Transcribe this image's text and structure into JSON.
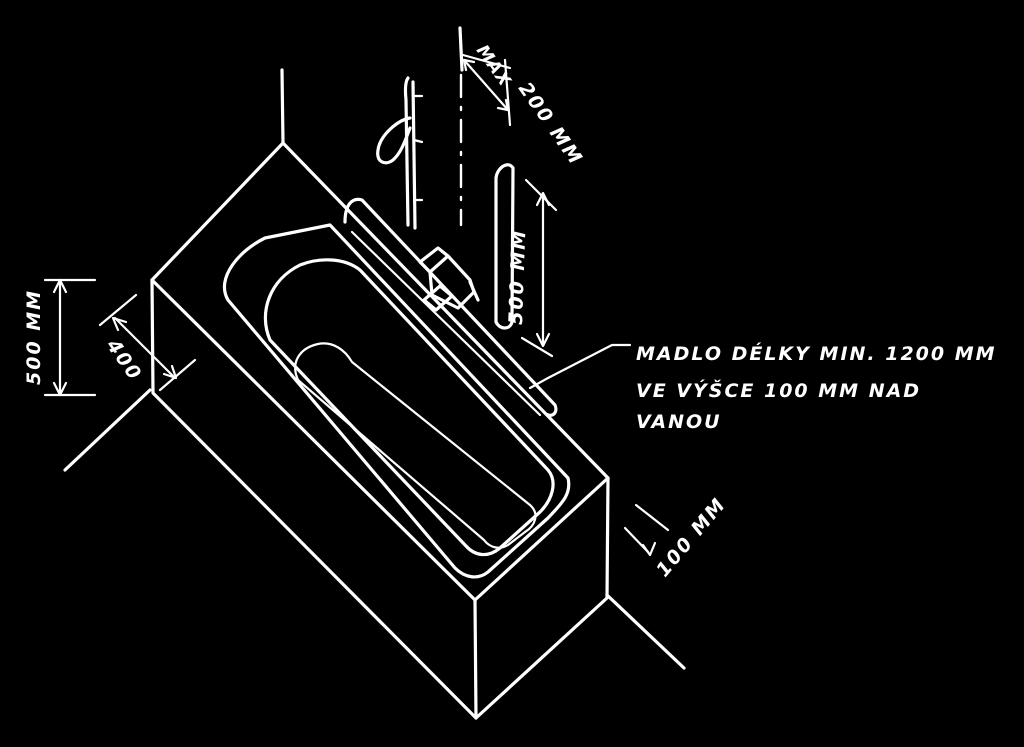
{
  "drawing": {
    "colors": {
      "background": "#000000",
      "ink": "#ffffff"
    },
    "dimensions": {
      "grab_bar_offset_max": {
        "prefix": "MAX",
        "value": "200 MM"
      },
      "vertical_bar_height": "500 MM",
      "tub_rim_height": "500 MM",
      "tub_ledge_width": "400",
      "bar_above_tub": "100 MM"
    },
    "note": {
      "line1": "MADLO DÉLKY MIN. 1200 MM",
      "line2": "VE VÝŠCE 100 MM NAD",
      "line3": "VANOU"
    }
  }
}
